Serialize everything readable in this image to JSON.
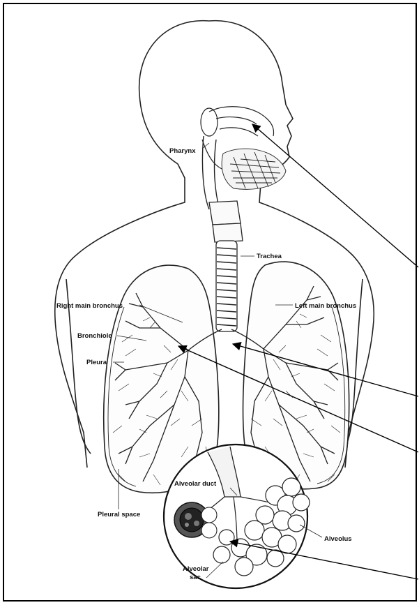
{
  "labels": {
    "pharynx": "Pharynx",
    "trachea": "Trachea",
    "right_main_bronchus": "Right main bronchus",
    "left_main_bronchus": "Left main bronchus",
    "bronchiole": "Bronchiole",
    "pleura": "Pleura",
    "pleural_space": "Pleural space",
    "alveolar_duct": "Alveolar duct",
    "alveolus": "Alveolus",
    "alveolar_sac_line1": "Alveolar",
    "alveolar_sac_line2": "sac"
  },
  "colors": {
    "ink": "#111111",
    "background": "#ffffff"
  }
}
